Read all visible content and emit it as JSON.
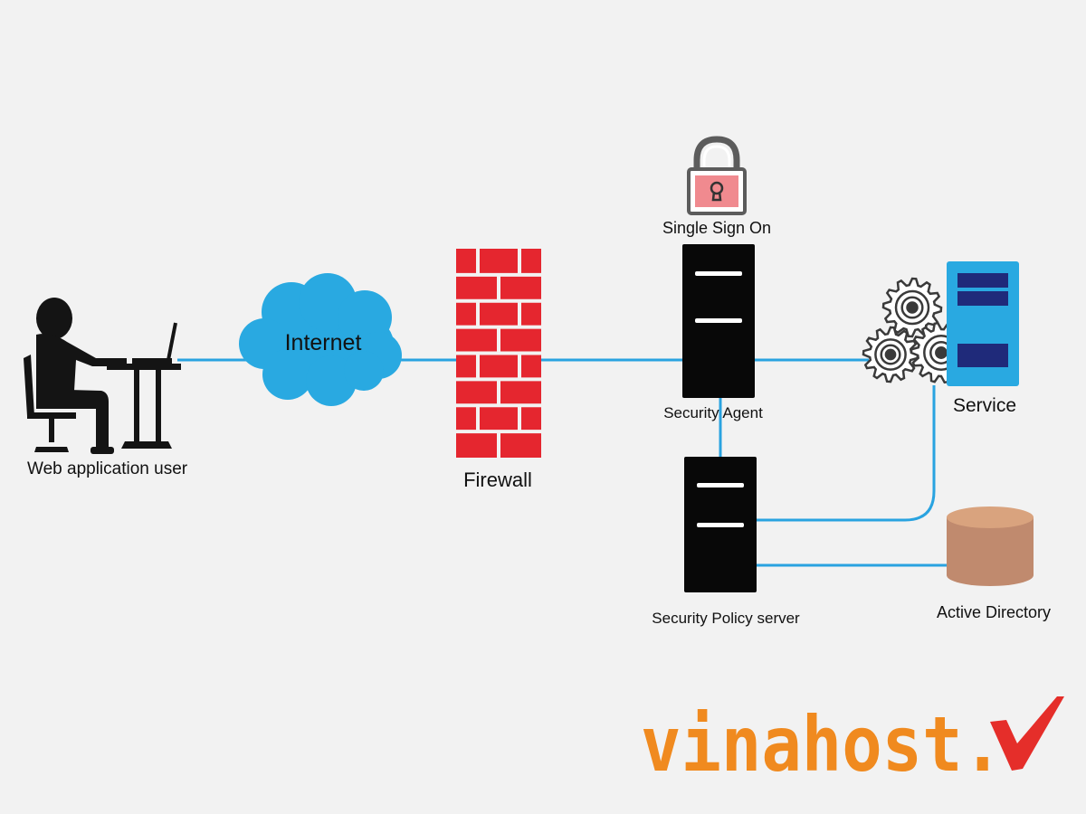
{
  "labels": {
    "user": "Web application user",
    "internet": "Internet",
    "firewall": "Firewall",
    "sso": "Single Sign On",
    "agent": "Security Agent",
    "policy": "Security Policy server",
    "service": "Service",
    "ad": "Active Directory"
  },
  "logo": {
    "text": "vinahost."
  },
  "colors": {
    "link": "#29a3e0",
    "cloud": "#29a9e1",
    "brick": "#e5262f",
    "service": "#29a9e1",
    "service_slot": "#1f2a7a",
    "cylinder": "#c08a6e",
    "lock_body": "#f08a8f",
    "logo": "#f08a1f",
    "check": "#e52e2a"
  }
}
